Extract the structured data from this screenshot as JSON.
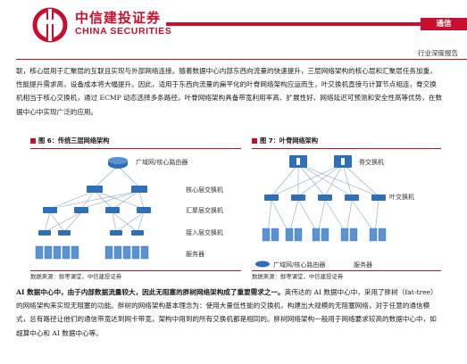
{
  "header": {
    "brand_cn": "中信建投证券",
    "brand_en": "CHINA SECURITIES",
    "tag": "通信",
    "report_type": "行业深度报告"
  },
  "colors": {
    "brand_red": "#c8102e",
    "diagram_blue": "#2f6fb6",
    "line_gray": "#8aa5c2"
  },
  "paragraph1": "联，核心层用于汇聚层的互联且实现与外部网络连接。随着数据中心内部东西向流量的快速提升，三层网络架构的核心层和汇聚层任务加重，性能提升需求高，设备成本将大幅提升。因此，适用于东西向流量的扁平化的叶脊网络架构应运而生，叶交换机直接与计算节点相连，脊交换机相当于核心交换机，通过 ECMP 动态选择多条路径。叶脊网络架构具备带宽利用率高、扩展性好、网络延迟可预测和安全性高等优势，在数据中心中实现广泛的应用。",
  "figure6": {
    "title": "图 6：传统三层网络架构",
    "labels": {
      "wan": "广域网/核心路由器",
      "core": "核心层交换机",
      "agg": "汇聚层交换机",
      "access": "接入层交换机",
      "server": "服务器"
    },
    "source": "数据来源：鲜枣课堂，中信建投证券"
  },
  "figure7": {
    "title": "图 7：叶脊网络架构",
    "labels": {
      "spine": "脊交换机",
      "leaf": "叶交换机",
      "wan": "广域网/核心路由器",
      "server": "服务器"
    },
    "source": "数据来源：鲜枣课堂，中信建投证券"
  },
  "paragraph2": {
    "lead": "AI 数据中心中，由于内部数据流量较大，因此无阻塞的胖树网络架构成了重要需求之一。",
    "rest": "英伟达的 AI 数据中心中，采用了胖树（fat-tree）的网络架构来实现无阻塞的功能。胖树的网络架构基本理念为：使用大量低性能的交换机，构建出大规模的无阻塞网络，对于任意的通信模式，总有路径让他们的通信带宽达到网卡带宽，架构中用到的所有交换机都是相同的。胖树网络架构一般用于网络要求较高的数据中心中，如超算中心和 AI 数据中心等。"
  }
}
